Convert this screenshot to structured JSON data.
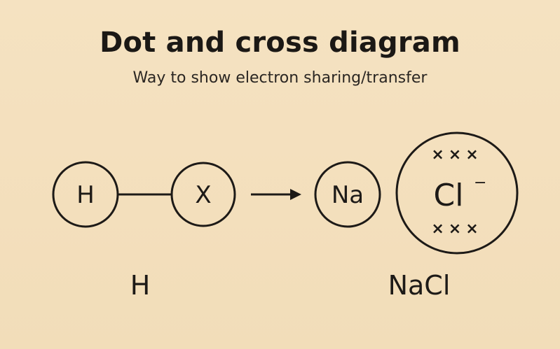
{
  "header": {
    "title": "Dot and cross diagram",
    "subtitle": "Way to show electron sharing/transfer"
  },
  "covalent": {
    "atom_left": "H",
    "atom_right": "X",
    "caption": "H"
  },
  "ionic": {
    "cation": "Na",
    "anion": "Cl",
    "anion_charge": "−",
    "top_electrons": "×××",
    "bottom_electrons": "×××",
    "caption": "NaCl"
  },
  "arrow": {
    "symbol": "→"
  }
}
